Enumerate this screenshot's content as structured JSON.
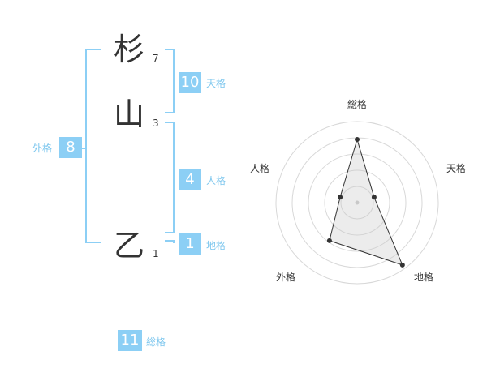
{
  "name": {
    "chars": [
      {
        "char": "杉",
        "strokes": "7"
      },
      {
        "char": "山",
        "strokes": "3"
      },
      {
        "char": "乙",
        "strokes": "1"
      }
    ]
  },
  "kaku": {
    "tenkaku": {
      "value": "10",
      "label": "天格"
    },
    "jinkaku": {
      "value": "4",
      "label": "人格"
    },
    "chikaku": {
      "value": "1",
      "label": "地格"
    },
    "gaikaku": {
      "value": "8",
      "label": "外格"
    },
    "soukaku": {
      "value": "11",
      "label": "総格"
    }
  },
  "colors": {
    "accent": "#8ccff5",
    "label": "#7ec7ee",
    "text": "#333333"
  },
  "chart_data": {
    "type": "radar",
    "axes": [
      "総格",
      "天格",
      "地格",
      "外格",
      "人格"
    ],
    "values": [
      0.78,
      0.22,
      0.95,
      0.58,
      0.22
    ],
    "rmax": 1,
    "rings": 5,
    "grid": true
  }
}
